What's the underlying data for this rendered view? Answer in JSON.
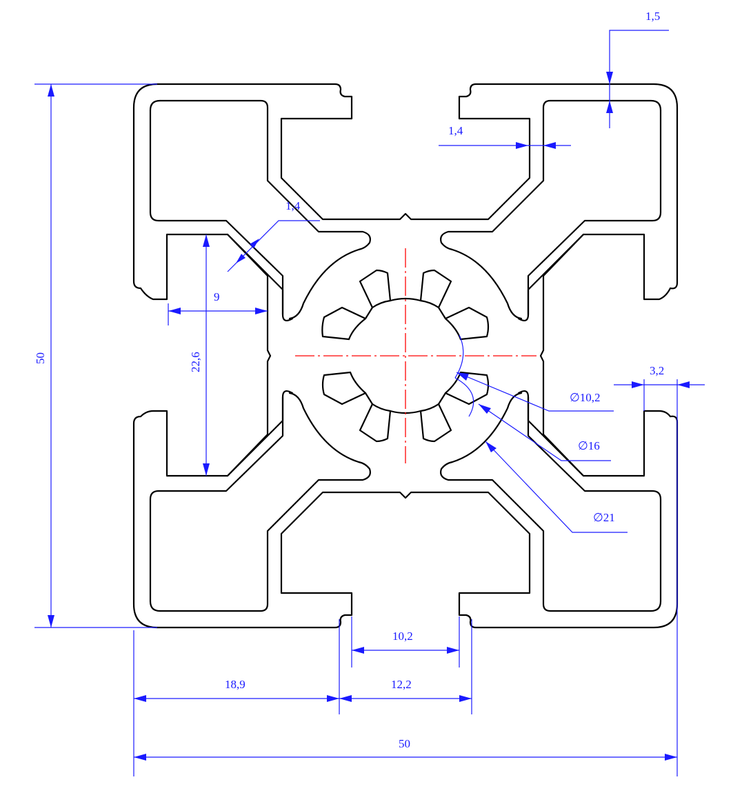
{
  "dimensions": {
    "top_wall": "1,5",
    "slot_wall": "1,4",
    "diag_wall": "1,4",
    "inner_width": "9",
    "inner_height": "22,6",
    "overall_height": "50",
    "lip_width": "3,2",
    "bore_dia": "∅10,2",
    "mid_dia": "∅16",
    "outer_dia": "∅21",
    "slot_opening": "10,2",
    "offset": "18,9",
    "slot_width": "12,2",
    "overall_width": "50"
  },
  "colors": {
    "profile": "#000000",
    "dimension": "#1a1aff",
    "centerline": "#ff0000"
  }
}
